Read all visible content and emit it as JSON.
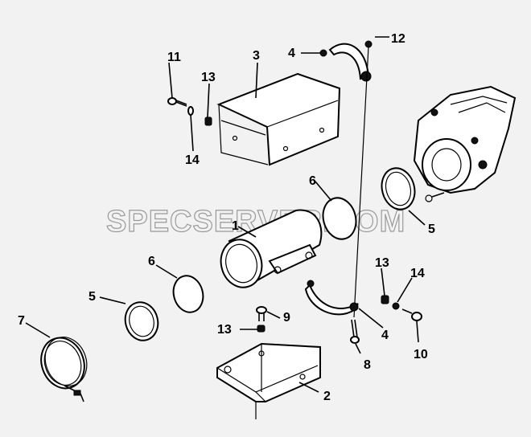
{
  "watermark": "SPECSERVER.COM",
  "callouts": [
    {
      "id": "c1",
      "text": "1"
    },
    {
      "id": "c2",
      "text": "2"
    },
    {
      "id": "c3",
      "text": "3"
    },
    {
      "id": "c4a",
      "text": "4"
    },
    {
      "id": "c4b",
      "text": "4"
    },
    {
      "id": "c5a",
      "text": "5"
    },
    {
      "id": "c5b",
      "text": "5"
    },
    {
      "id": "c6a",
      "text": "6"
    },
    {
      "id": "c6b",
      "text": "6"
    },
    {
      "id": "c7",
      "text": "7"
    },
    {
      "id": "c8",
      "text": "8"
    },
    {
      "id": "c9",
      "text": "9"
    },
    {
      "id": "c10",
      "text": "10"
    },
    {
      "id": "c11",
      "text": "11"
    },
    {
      "id": "c12",
      "text": "12"
    },
    {
      "id": "c13a",
      "text": "13"
    },
    {
      "id": "c13b",
      "text": "13"
    },
    {
      "id": "c13c",
      "text": "13"
    },
    {
      "id": "c14a",
      "text": "14"
    },
    {
      "id": "c14b",
      "text": "14"
    }
  ]
}
